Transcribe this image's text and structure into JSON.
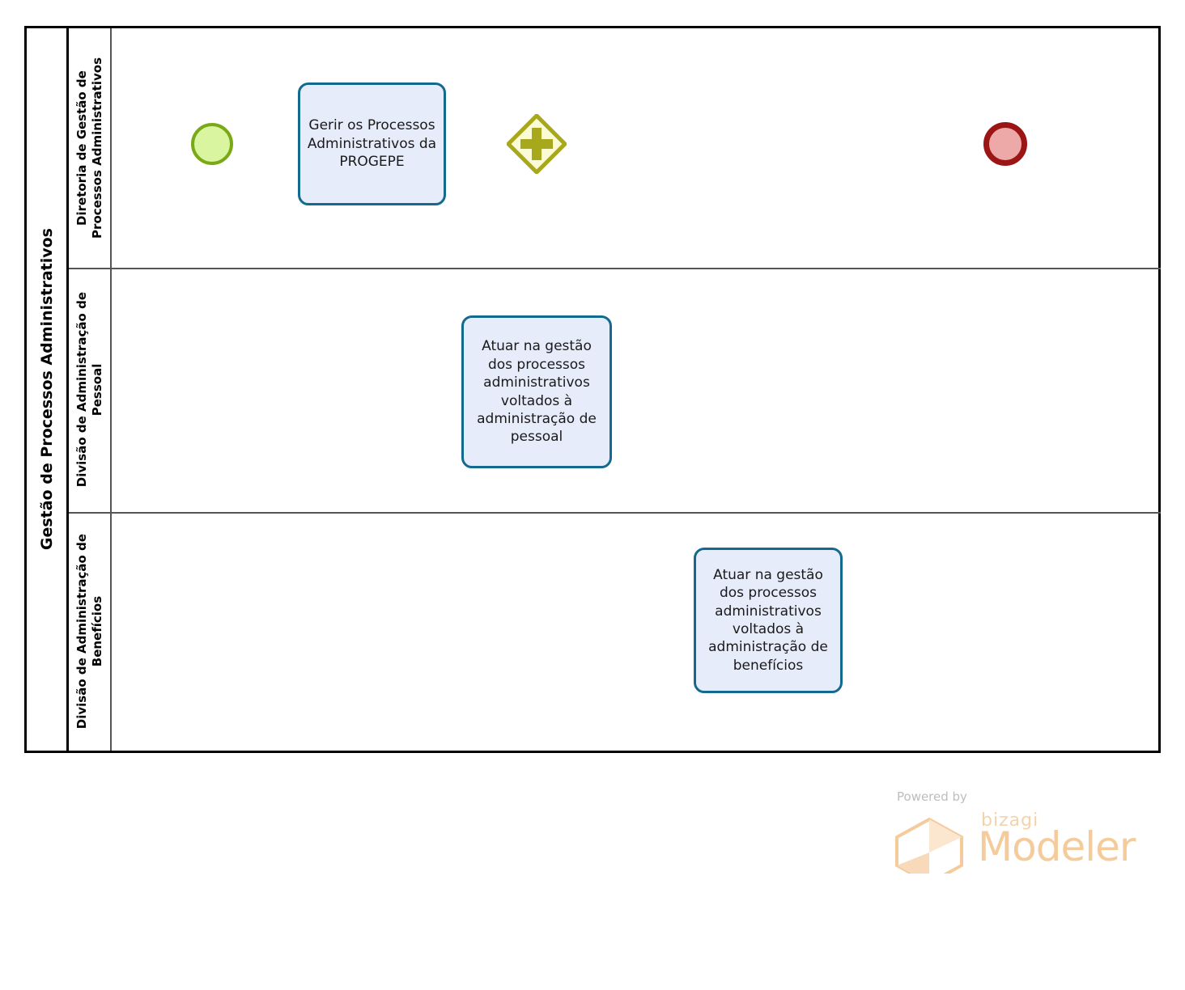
{
  "pool": {
    "title": "Gestão de Processos Administrativos"
  },
  "lanes": [
    {
      "id": "lane-diretoria",
      "label": "Diretoria de Gestão de\nProcessos Administrativos"
    },
    {
      "id": "lane-pessoal",
      "label": "Divisão de Administração de\nPessoal"
    },
    {
      "id": "lane-beneficios",
      "label": "Divisão de Administração de\nBenefícios"
    }
  ],
  "nodes": {
    "start_event": {
      "type": "start-event",
      "label": ""
    },
    "task_gerir": {
      "type": "task",
      "label": "Gerir os Processos Administrativos da PROGEPE"
    },
    "gateway_parallel": {
      "type": "parallel-gateway",
      "label": ""
    },
    "task_pessoal": {
      "type": "task",
      "label": "Atuar na gestão dos processos administrativos voltados à administração de pessoal"
    },
    "task_beneficios": {
      "type": "task",
      "label": "Atuar na gestão dos processos administrativos voltados à administração de benefícios"
    },
    "end_event": {
      "type": "end-event",
      "label": ""
    }
  },
  "watermark": {
    "powered_by": "Powered by",
    "brand": "bizagi",
    "product": "Modeler"
  },
  "colors": {
    "pool_border": "#000000",
    "lane_border": "#555555",
    "task_fill": "#e7ecfb",
    "task_border": "#14698f",
    "start_fill": "#d9f5a0",
    "start_border": "#7aa817",
    "end_fill": "#eda8a8",
    "end_border": "#9c1515",
    "gateway_fill": "#fbfbd6",
    "gateway_border": "#a8a81c",
    "flow_line": "#000000",
    "watermark_orange": "#f6cb9c"
  }
}
